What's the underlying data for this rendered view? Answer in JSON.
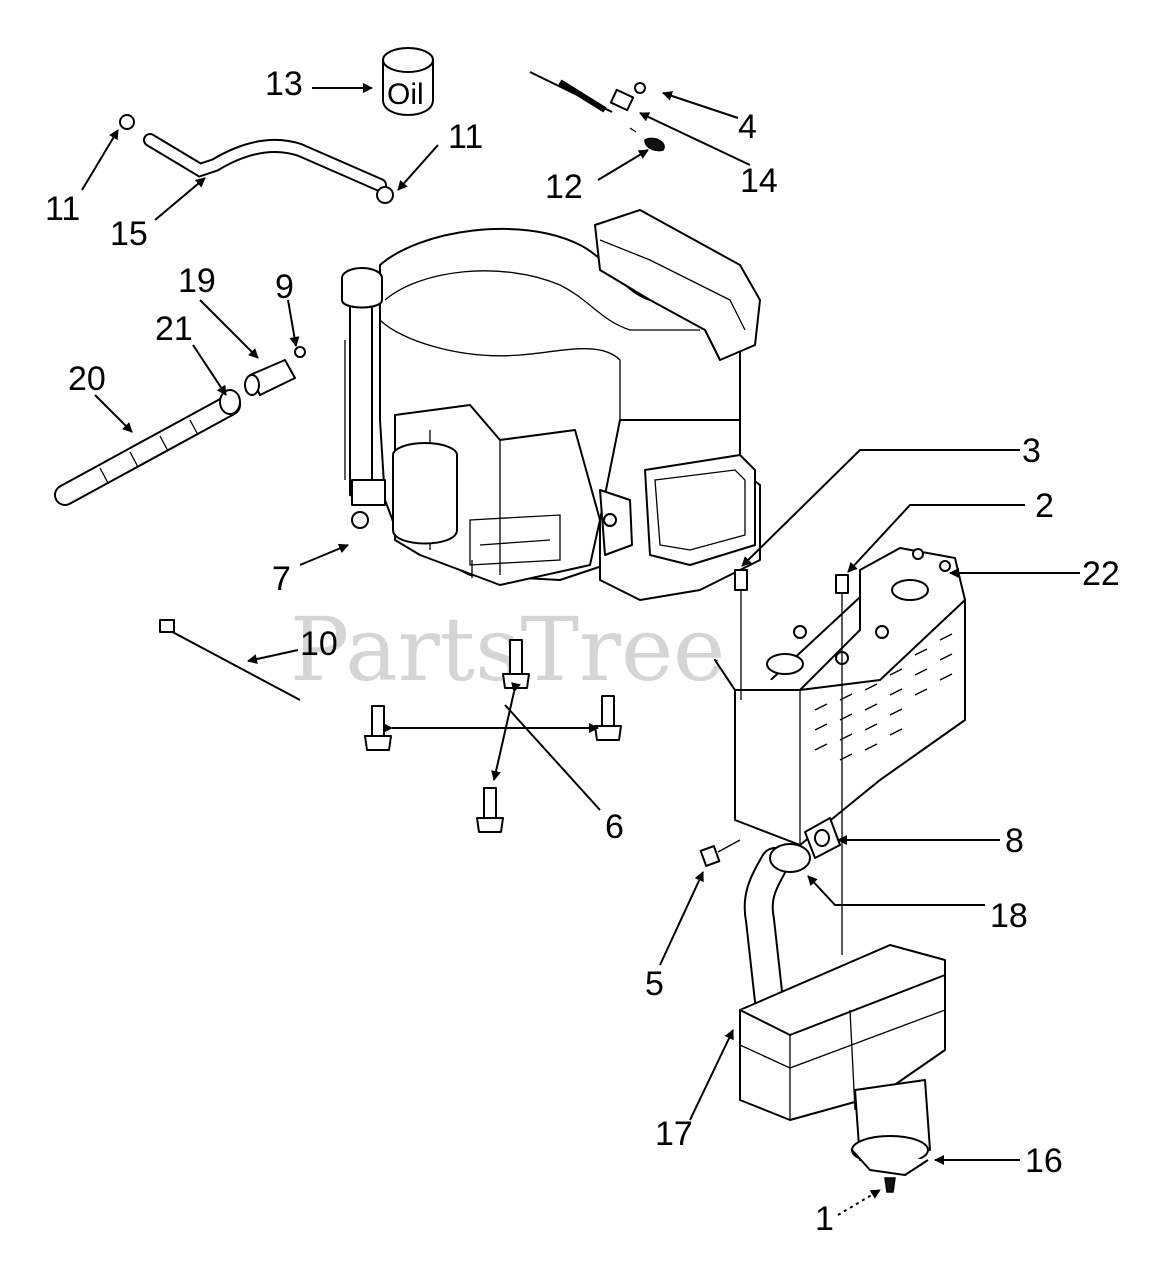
{
  "watermark": "PartsTree",
  "oil_label": "Oil",
  "callouts": {
    "c1": "1",
    "c2": "2",
    "c3": "3",
    "c4": "4",
    "c5": "5",
    "c6": "6",
    "c7": "7",
    "c8": "8",
    "c9": "9",
    "c10": "10",
    "c11a": "11",
    "c11b": "11",
    "c12": "12",
    "c13": "13",
    "c14": "14",
    "c15": "15",
    "c16": "16",
    "c17": "17",
    "c18": "18",
    "c19": "19",
    "c20": "20",
    "c21": "21",
    "c22": "22"
  }
}
